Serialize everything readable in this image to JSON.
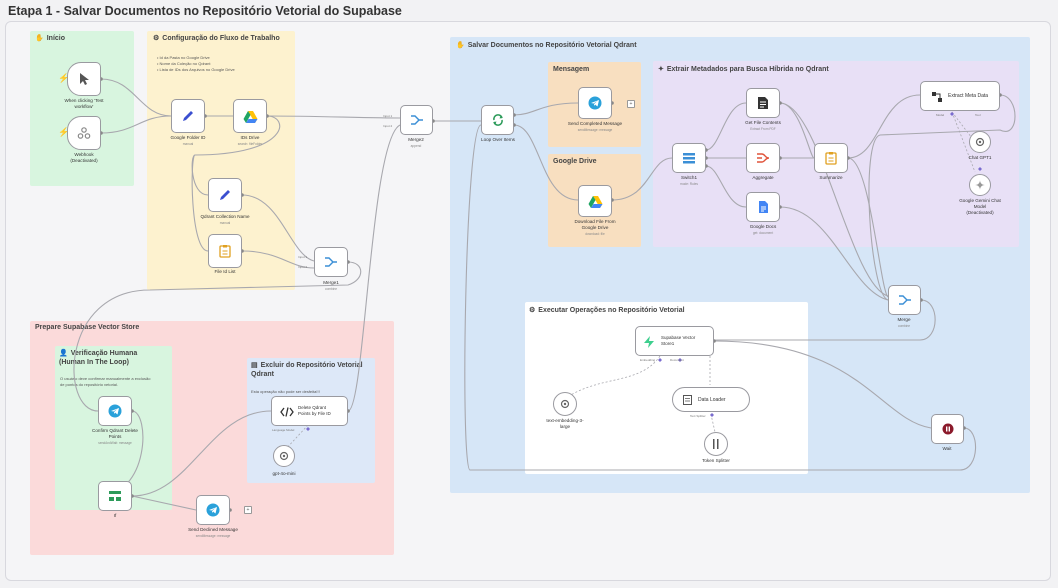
{
  "title": "Etapa 1 - Salvar Documentos no Repositório Vetorial do Supabase",
  "groups": {
    "inicio": "Início",
    "config": "Configuração do Fluxo de Trabalho",
    "config_notes": [
      "Id da Pasta no Google Drive",
      "Nome da Coleção no Qdrant",
      "Lista de IDs dos Arquivos no Google Drive"
    ],
    "salvar": "Salvar Documentos no Repositório Vetorial Qdrant",
    "mensagem": "Mensagem",
    "gdrive": "Google Drive",
    "extrair": "Extrair Metadados para Busca Híbrida no Qdrant",
    "prepare": "Prepare Supabase Vector Store",
    "verificacao": "Verificação Humana\n(Human In The Loop)",
    "verificacao_note": "O usuário deve confirmar manualmente a exclusão\nde pontos do repositório vetorial.",
    "excluir": "Excluir do Repositório Vetorial\nQdrant",
    "excluir_note": "Esta operação não pode ser desfeita!!!",
    "executar": "Executar Operações no Repositório Vetorial"
  },
  "nodes": {
    "manual": {
      "label": "When clicking ‘Test\nworkflow’"
    },
    "webhook": {
      "label": "Webhook\n(Deactivated)"
    },
    "folder": {
      "label": "Google Folder ID",
      "sub": "manual"
    },
    "ids": {
      "label": "IDs Drive",
      "sub": "search: fileFolder"
    },
    "collection": {
      "label": "Qdrant Collection Name",
      "sub": "manual"
    },
    "filelist": {
      "label": "File Id List"
    },
    "merge1": {
      "label": "Merge1",
      "sub": "combine"
    },
    "merge2": {
      "label": "Merge2",
      "sub": "append"
    },
    "loop": {
      "label": "Loop Over Items"
    },
    "sendcomplete": {
      "label": "Send Completed Message",
      "sub": "sendMessage: message"
    },
    "download": {
      "label": "Download File From\nGoogle Drive",
      "sub": "download: file"
    },
    "switch": {
      "label": "Switch1",
      "sub": "mode: Rules"
    },
    "getfile": {
      "label": "Get File Contents",
      "sub": "Extract From PDF"
    },
    "aggregate": {
      "label": "Aggregate"
    },
    "summarize": {
      "label": "Summarize"
    },
    "gdocs": {
      "label": "Google Docs",
      "sub": "get: document"
    },
    "extractmeta": {
      "label": "Extract Meta Data"
    },
    "chatgpt": {
      "label": "Chat GPT1"
    },
    "gemini": {
      "label": "Google Gemini Chat\nModel\n(Deactivated)"
    },
    "merge": {
      "label": "Merge",
      "sub": "combine"
    },
    "wait": {
      "label": "Wait"
    },
    "supabase": {
      "label": "Supabase Vector\nStore1"
    },
    "embedding": {
      "label": "text-embedding-3-\nlarge"
    },
    "dataloader": {
      "label": "Data Loader"
    },
    "splitter": {
      "label": "Token Splitter"
    },
    "confirm": {
      "label": "Confirm Qdrant Delete\nPoints",
      "sub": "sendAndWait: message"
    },
    "if": {
      "label": "If"
    },
    "declined": {
      "label": "Send Declined Message",
      "sub": "sendMessage: message"
    },
    "deletepoints": {
      "label": "Delete Qdrant\nPoints by File ID"
    },
    "gpt4": {
      "label": "gpt-4o-mini"
    }
  },
  "ports": {
    "input1": "Input 1",
    "input2": "Input 2",
    "model": "Model",
    "embedding": "Embedding",
    "document": "Document",
    "textsplitter": "Text Splitter",
    "languagemodel": "Language Model",
    "tool": "Tool"
  },
  "colors": {
    "inicio": "#d8f5df",
    "config": "#fdf2cf",
    "salvar": "#d6e6f7",
    "mensagem": "#f8dfc0",
    "extrair": "#e8e0f6",
    "prepare": "#fbdada",
    "verificacao": "#d8f5df",
    "excluir": "#dde8f8",
    "executar": "#ffffff",
    "drive_green": "#1fa463",
    "telegram": "#2aa1da",
    "pen_blue": "#3b4fd0",
    "loop_green": "#2d9b5a",
    "merge_blue": "#3b8fd6",
    "amber": "#e0a020",
    "red": "#e0533a",
    "supabase": "#3ecf8e",
    "wait": "#8b1a2b"
  },
  "icons": [
    "cursor-icon",
    "webhook-icon",
    "pen-icon",
    "google-drive-icon",
    "clipboard-icon",
    "merge-icon",
    "loop-icon",
    "telegram-icon",
    "switch-icon",
    "pdf-icon",
    "aggregate-icon",
    "docs-icon",
    "extract-icon",
    "openai-icon",
    "gemini-icon",
    "pause-icon",
    "supabase-icon",
    "doc-loader-icon",
    "splitter-icon",
    "code-icon",
    "if-icon"
  ]
}
